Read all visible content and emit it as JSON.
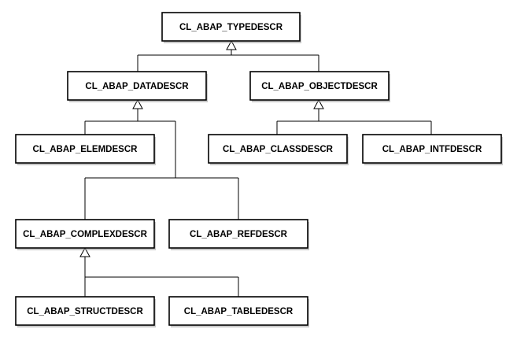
{
  "diagram": {
    "type": "class-hierarchy",
    "nodes": [
      {
        "id": "typedescr",
        "label": "CL_ABAP_TYPEDESCR"
      },
      {
        "id": "datadescr",
        "label": "CL_ABAP_DATADESCR"
      },
      {
        "id": "objectdescr",
        "label": "CL_ABAP_OBJECTDESCR"
      },
      {
        "id": "elemdescr",
        "label": "CL_ABAP_ELEMDESCR"
      },
      {
        "id": "classdescr",
        "label": "CL_ABAP_CLASSDESCR"
      },
      {
        "id": "intfdescr",
        "label": "CL_ABAP_INTFDESCR"
      },
      {
        "id": "complexdescr",
        "label": "CL_ABAP_COMPLEXDESCR"
      },
      {
        "id": "refdescr",
        "label": "CL_ABAP_REFDESCR"
      },
      {
        "id": "structdescr",
        "label": "CL_ABAP_STRUCTDESCR"
      },
      {
        "id": "tabledescr",
        "label": "CL_ABAP_TABLEDESCR"
      }
    ],
    "edges": [
      {
        "from": "datadescr",
        "to": "typedescr",
        "kind": "inheritance"
      },
      {
        "from": "objectdescr",
        "to": "typedescr",
        "kind": "inheritance"
      },
      {
        "from": "elemdescr",
        "to": "datadescr",
        "kind": "inheritance"
      },
      {
        "from": "complexdescr",
        "to": "datadescr",
        "kind": "inheritance"
      },
      {
        "from": "refdescr",
        "to": "datadescr",
        "kind": "inheritance"
      },
      {
        "from": "classdescr",
        "to": "objectdescr",
        "kind": "inheritance"
      },
      {
        "from": "intfdescr",
        "to": "objectdescr",
        "kind": "inheritance"
      },
      {
        "from": "structdescr",
        "to": "complexdescr",
        "kind": "inheritance"
      },
      {
        "from": "tabledescr",
        "to": "complexdescr",
        "kind": "inheritance"
      }
    ]
  }
}
